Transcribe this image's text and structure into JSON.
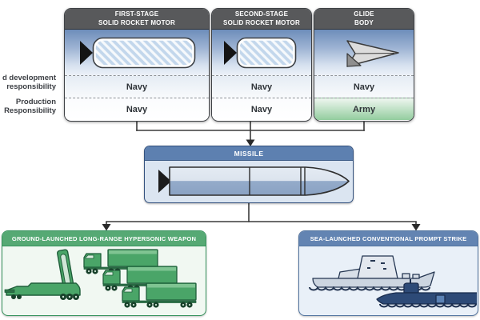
{
  "stage_columns": [
    {
      "title": "FIRST-STAGE\nSOLID ROCKET MOTOR",
      "development": "Navy",
      "production": "Navy",
      "icon": "first-stage-solid-rocket-motor"
    },
    {
      "title": "SECOND-STAGE\nSOLID ROCKET MOTOR",
      "development": "Navy",
      "production": "Navy",
      "icon": "second-stage-solid-rocket-motor"
    },
    {
      "title": "GLIDE\nBODY",
      "development": "Navy",
      "production": "Army",
      "icon": "glide-body"
    }
  ],
  "row_labels": {
    "development": "d development\nresponsibility",
    "production": "Production\nResponsibility"
  },
  "missile_box": {
    "title": "MISSILE",
    "icon": "missile"
  },
  "outcome_boxes": {
    "ground": {
      "title": "GROUND-LAUNCHED LONG-RANGE HYPERSONIC WEAPON",
      "icons": [
        "erector-launcher-trailer",
        "transporter-trucks"
      ]
    },
    "sea": {
      "title": "SEA-LAUNCHED CONVENTIONAL PROMPT STRIKE",
      "icons": [
        "surface-ship",
        "submarine"
      ]
    }
  },
  "colors": {
    "column_header_bg": "#58595b",
    "stage_panel_blue": "#6d8dba",
    "missile_header_bg": "#5d80b0",
    "ground_header_bg": "#56a974",
    "sea_header_bg": "#6384b2",
    "army_cell_green": "#93cd9e",
    "connector": "#3a3a3a"
  }
}
